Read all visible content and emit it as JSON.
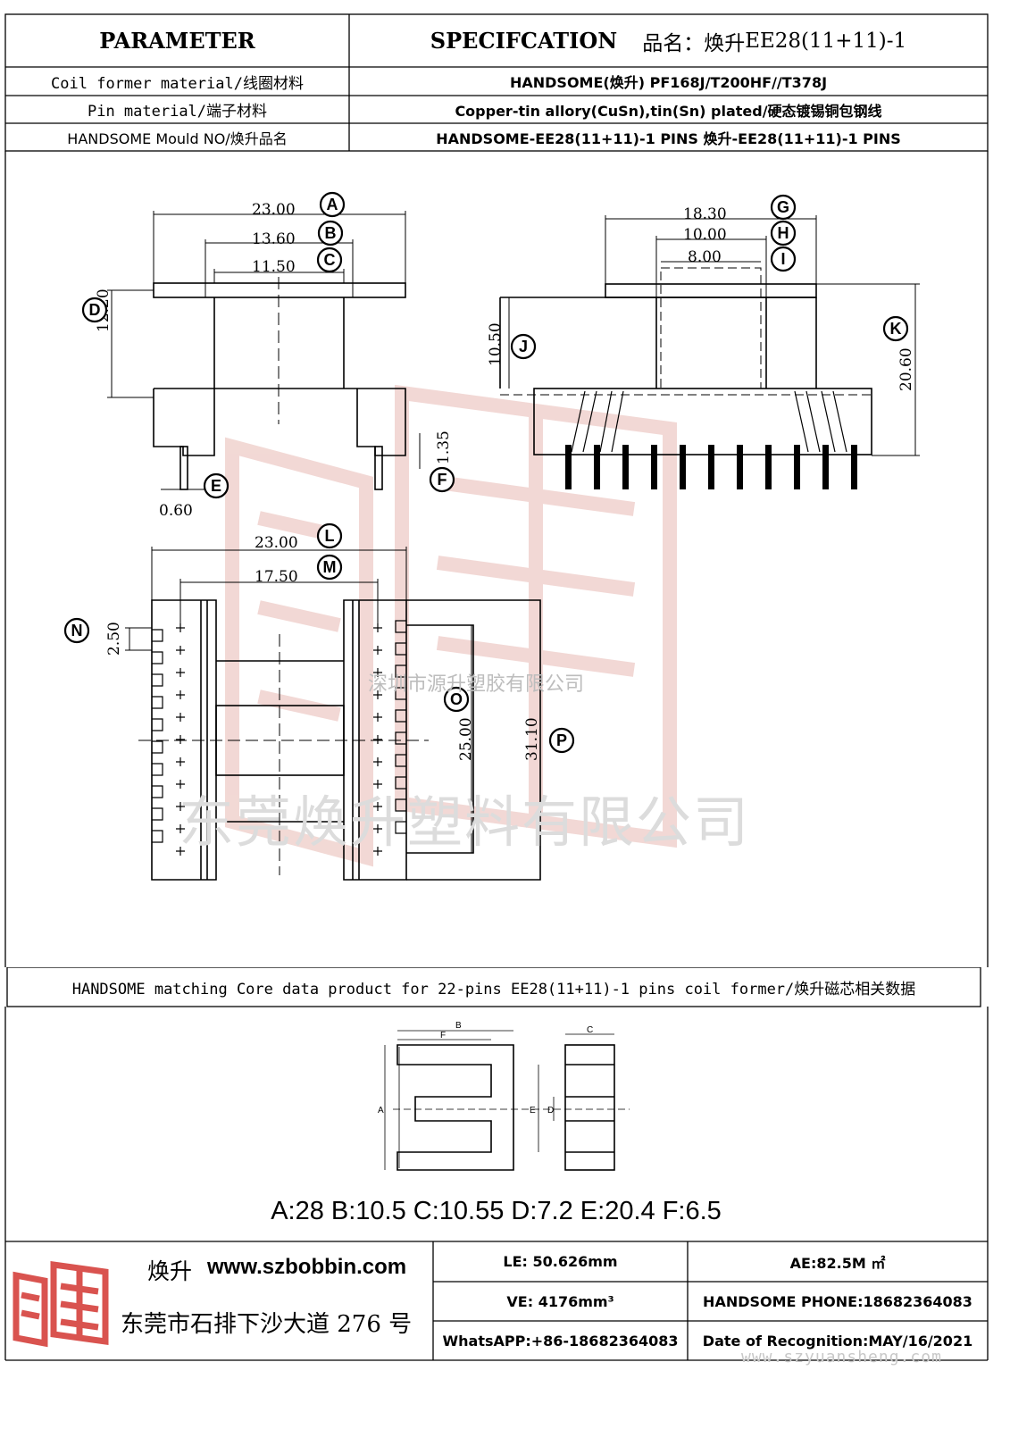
{
  "header": {
    "parameter": "PARAMETER",
    "specification": "SPECIFCATION",
    "product_prefix": "品名：焕升 ",
    "product_model": "EE28(11+11)-1"
  },
  "rows": [
    {
      "label": "Coil former material/线圈材料",
      "value": "HANDSOME(焕升)   PF168J/T200HF//T378J"
    },
    {
      "label": "Pin material/端子材料",
      "value": "Copper-tin allory(CuSn),tin(Sn) plated/硬态镀锡铜包钢线"
    },
    {
      "label": "HANDSOME Mould NO/焕升品名",
      "value": "HANDSOME-EE28(11+11)-1 PINS   焕升-EE28(11+11)-1 PINS"
    }
  ],
  "drawing": {
    "dims": {
      "A": "23.00",
      "B": "13.60",
      "C": "11.50",
      "D": "12.20",
      "E": "0.60",
      "F": "1.35",
      "G": "18.30",
      "H": "10.00",
      "I": "8.00",
      "J": "10.50",
      "K": "20.60",
      "L": "23.00",
      "M": "17.50",
      "N": "2.50",
      "O": "25.00",
      "P": "31.10"
    },
    "letters": [
      "A",
      "B",
      "C",
      "D",
      "E",
      "F",
      "G",
      "H",
      "I",
      "J",
      "K",
      "L",
      "M",
      "N",
      "O",
      "P"
    ]
  },
  "watermarks": {
    "small": "深圳市源升塑胶有限公司",
    "large": "东莞焕升塑料有限公司",
    "url": "www.szyuansheng.com"
  },
  "core_section": {
    "title": "HANDSOME matching Core data  product for 22-pins EE28(11+11)-1 pins coil former/焕升磁芯相关数据",
    "core_letters": {
      "A": "A",
      "B": "B",
      "C": "C",
      "D": "D",
      "E": "E",
      "F": "F"
    },
    "dims_text": "A:28 B:10.5 C:10.55 D:7.2 E:20.4 F:6.5"
  },
  "footer": {
    "brand": "焕升",
    "website": "www.szbobbin.com",
    "address": "东莞市石排下沙大道 276 号",
    "le": "LE: 50.626mm",
    "ae": "AE:82.5M ㎡",
    "ve": "VE: 4176mm³",
    "phone": "HANDSOME PHONE:18682364083",
    "whatsapp": "WhatsAPP:+86-18682364083",
    "date": "Date of Recognition:MAY/16/2021"
  },
  "colors": {
    "line": "#000000",
    "watermark": "#e8b9b4",
    "logo_red": "#d9534f"
  }
}
